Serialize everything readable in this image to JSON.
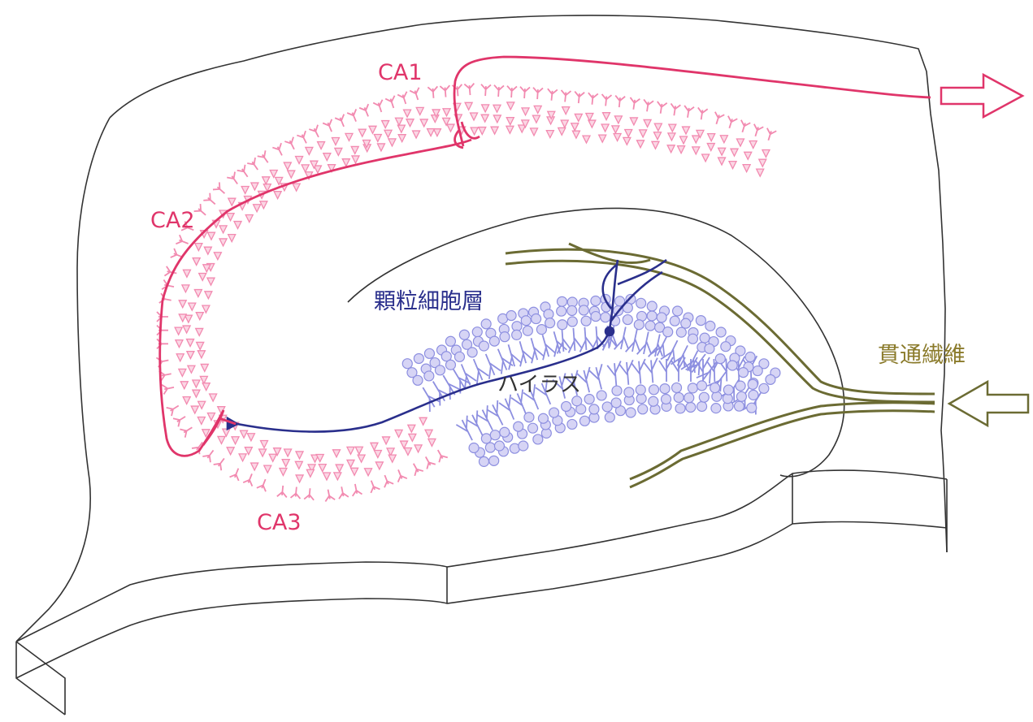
{
  "labels": {
    "ca1": "CA1",
    "ca2": "CA2",
    "ca3": "CA3",
    "granule_layer": "顆粒細胞層",
    "hilus": "ハイラス",
    "perforant_path": "貫通繊維"
  },
  "colors": {
    "outline": "#333333",
    "pyramidal_axon": "#e0356a",
    "pyramidal_cells": "#f28ab0",
    "pyramidal_cell_fill": "#fbd6e4",
    "granule_cells": "#8d8fe0",
    "granule_cell_fill": "#d6d4f5",
    "granule_axon": "#2a2f8c",
    "perforant_fiber": "#6b6b33",
    "ca_label_text": "#e0356a",
    "granule_label_text": "#2a2f8c",
    "hilus_label_text": "#333333",
    "perforant_label_text": "#8a7a2a"
  },
  "arrows": {
    "output_arrow": "output-arrow-right",
    "input_arrow": "input-arrow-left"
  }
}
